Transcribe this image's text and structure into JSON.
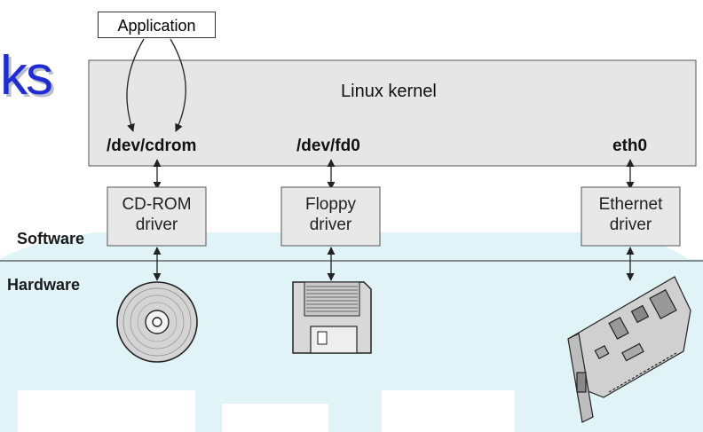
{
  "diagram": {
    "top_left_fragment": "ks",
    "application_label": "Application",
    "kernel_label": "Linux kernel",
    "device_files": {
      "cdrom": "/dev/cdrom",
      "floppy": "/dev/fd0",
      "ethernet": "eth0"
    },
    "drivers": {
      "cdrom_line1": "CD-ROM",
      "cdrom_line2": "driver",
      "floppy_line1": "Floppy",
      "floppy_line2": "driver",
      "ethernet_line1": "Ethernet",
      "ethernet_line2": "driver"
    },
    "layers": {
      "software": "Software",
      "hardware": "Hardware"
    },
    "colors": {
      "background_shape": "#e0f3f7",
      "kernel_fill": "#e6e6e6",
      "driver_fill": "#e8e8e8",
      "logo_text": "#1e2bd6",
      "outline": "#333333"
    }
  }
}
